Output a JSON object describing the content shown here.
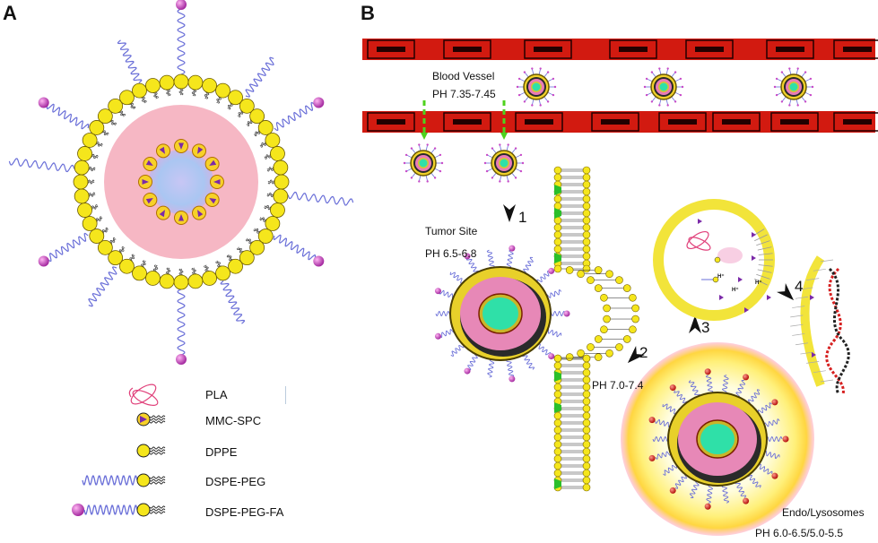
{
  "panels": {
    "a": "A",
    "b": "B"
  },
  "labels": {
    "blood_vessel": "Blood Vessel",
    "ph_blood": "PH 7.35-7.45",
    "tumor_site": "Tumor Site",
    "ph_tumor": "PH 6.5-6.8",
    "ph_membrane": "PH 7.0-7.4",
    "endo_lysosomes": "Endo/Lysosomes",
    "ph_endo": "PH 6.0-6.5/5.0-5.5",
    "h_plus": "H⁺"
  },
  "steps": [
    "1",
    "2",
    "3",
    "4"
  ],
  "legend": [
    {
      "label": "PLA",
      "icon": "pla-coil-icon"
    },
    {
      "label": "MMC-SPC",
      "icon": "mmc-spc-lipid-icon"
    },
    {
      "label": "DPPE",
      "icon": "dppe-lipid-icon"
    },
    {
      "label": "DSPE-PEG",
      "icon": "dspe-peg-icon"
    },
    {
      "label": "DSPE-PEG-FA",
      "icon": "dspe-peg-fa-icon"
    }
  ],
  "colors": {
    "lipid_head": "#f5e61c",
    "lipid_outline": "#6b5a00",
    "peg_chain": "#6a6fd8",
    "folate": "#c84bc8",
    "core_pink": "#f6b7c4",
    "core_blue": "#a9c8f0",
    "vessel": "#d21a10",
    "endothelial": "#220000",
    "nanoparticle_core": "#2fe0a8",
    "arrow_green": "#4fd21e"
  }
}
